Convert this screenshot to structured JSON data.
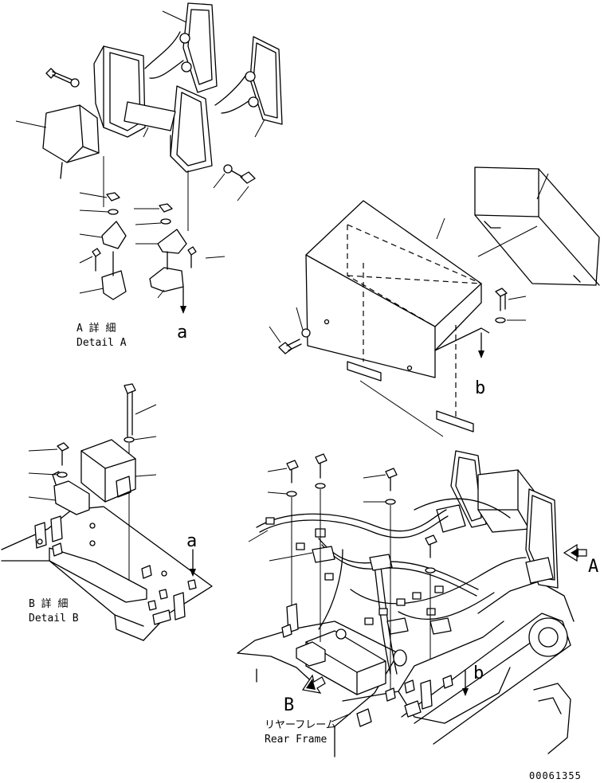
{
  "diagram": {
    "detail_a": {
      "jp": "A 詳 細",
      "en": "Detail A"
    },
    "detail_b": {
      "jp": "B 詳 細",
      "en": "Detail B"
    },
    "rear_frame": {
      "jp": "リヤーフレーム",
      "en": "Rear Frame"
    },
    "arrow_labels": {
      "a_top": "a",
      "b_top": "b",
      "a_mid": "a",
      "b_bottom": "b",
      "view_a": "A",
      "view_b": "B"
    },
    "drawing_number": "00061355"
  }
}
